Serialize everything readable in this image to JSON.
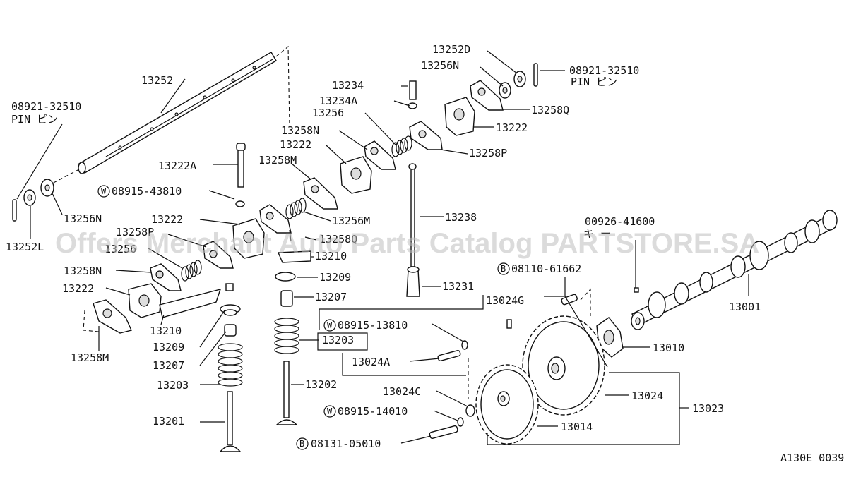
{
  "watermark": "Offers Merchant Auto Parts Catalog PARTSTORE.SA",
  "code": "A130E 0039",
  "prefix": {
    "w": "W",
    "b": "B"
  },
  "labels": {
    "p08921_left": "08921-32510",
    "pin_left": "PIN ピン",
    "p13252": "13252",
    "p13256N_left": "13256N",
    "p13252L": "13252L",
    "p13222A": "13222A",
    "p08915_43810": "08915-43810",
    "p13222_a": "13222",
    "p13258P_left": "13258P",
    "p13256_left": "13256",
    "p13258N_left": "13258N",
    "p13222_b": "13222",
    "p13258M_left": "13258M",
    "p13210_left": "13210",
    "p13209_left": "13209",
    "p13207_left": "13207",
    "p13203_left": "13203",
    "p13201": "13201",
    "p13258N_mid": "13258N",
    "p13222_mid": "13222",
    "p13258M_mid": "13258M",
    "p13256M": "13256M",
    "p13258Q_mid": "13258Q",
    "p13210_mid": "13210",
    "p13209_mid": "13209",
    "p13207_mid": "13207",
    "p13203_mid": "13203",
    "p13202": "13202",
    "p13234": "13234",
    "p13234A": "13234A",
    "p13256_mid": "13256",
    "p13238": "13238",
    "p13231": "13231",
    "p13252D": "13252D",
    "p13256N_right": "13256N",
    "p08921_right": "08921-32510",
    "pin_right": "PIN ピン",
    "p13258Q_right": "13258Q",
    "p13222_right": "13222",
    "p13258P_right": "13258P",
    "p00926": "00926-41600",
    "key": "キ ー",
    "p08110": "08110-61662",
    "p13001": "13001",
    "p13024G": "13024G",
    "p08915_13810": "08915-13810",
    "p13010": "13010",
    "p13024A": "13024A",
    "p13024C": "13024C",
    "p08915_14010": "08915-14010",
    "p13024": "13024",
    "p13023": "13023",
    "p13014": "13014",
    "p08131": "08131-05010"
  }
}
